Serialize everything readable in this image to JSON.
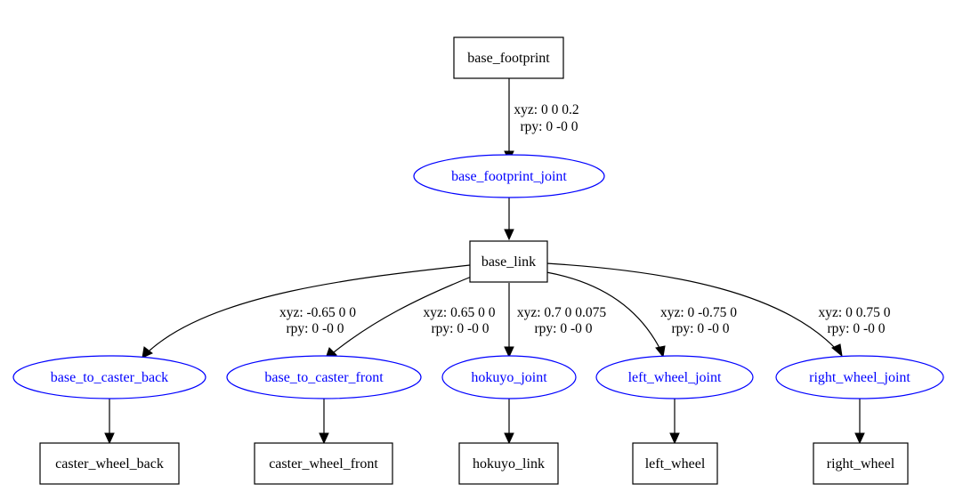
{
  "links": {
    "base_footprint": "base_footprint",
    "base_link": "base_link",
    "caster_wheel_back": "caster_wheel_back",
    "caster_wheel_front": "caster_wheel_front",
    "hokuyo_link": "hokuyo_link",
    "left_wheel": "left_wheel",
    "right_wheel": "right_wheel"
  },
  "joints": {
    "base_footprint_joint": "base_footprint_joint",
    "base_to_caster_back": "base_to_caster_back",
    "base_to_caster_front": "base_to_caster_front",
    "hokuyo_joint": "hokuyo_joint",
    "left_wheel_joint": "left_wheel_joint",
    "right_wheel_joint": "right_wheel_joint"
  },
  "edge_labels": {
    "base_footprint_joint": {
      "xyz": "xyz: 0 0 0.2",
      "rpy": "rpy: 0 -0 0"
    },
    "base_to_caster_back": {
      "xyz": "xyz: -0.65 0 0",
      "rpy": "rpy: 0 -0 0"
    },
    "base_to_caster_front": {
      "xyz": "xyz: 0.65 0 0",
      "rpy": "rpy: 0 -0 0"
    },
    "hokuyo_joint": {
      "xyz": "xyz: 0.7 0 0.075",
      "rpy": "rpy: 0 -0 0"
    },
    "left_wheel_joint": {
      "xyz": "xyz: 0 -0.75 0",
      "rpy": "rpy: 0 -0 0"
    },
    "right_wheel_joint": {
      "xyz": "xyz: 0 0.75 0",
      "rpy": "rpy: 0 -0 0"
    }
  },
  "colors": {
    "joint": "#0000ff",
    "link": "#000000"
  }
}
